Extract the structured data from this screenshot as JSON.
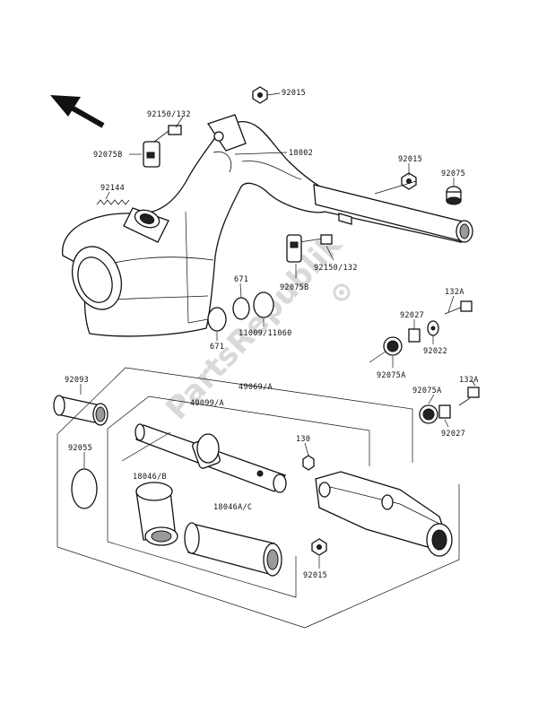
{
  "watermark": "PartsRepublik",
  "labels": {
    "l_92015_top": "92015",
    "l_92150_132_top": "92150/132",
    "l_92075B_top": "92075B",
    "l_18002": "18002",
    "l_92144": "92144",
    "l_92015_mid": "92015",
    "l_92075_mid": "92075",
    "l_92150_132_mid": "92150/132",
    "l_92075B_mid": "92075B",
    "l_671_a": "671",
    "l_671_b": "671",
    "l_11009_11060": "11009/11060",
    "l_132A_a": "132A",
    "l_92027_a": "92027",
    "l_92022": "92022",
    "l_92075A_a": "92075A",
    "l_92093": "92093",
    "l_49069A": "49069/A",
    "l_49099A": "49099/A",
    "l_92075A_b": "92075A",
    "l_132A_b": "132A",
    "l_92027_b": "92027",
    "l_130": "130",
    "l_92055": "92055",
    "l_18046B": "18046/B",
    "l_18046AC": "18046A/C",
    "l_92015_bot": "92015"
  }
}
